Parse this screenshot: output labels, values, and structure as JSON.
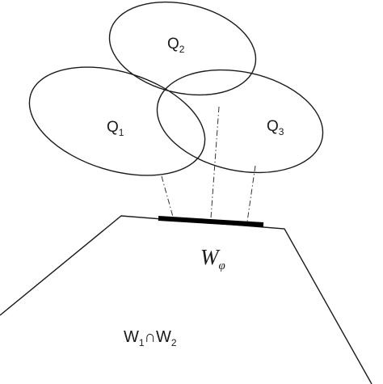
{
  "diagram": {
    "sets": [
      {
        "name": "Q",
        "sub": "2"
      },
      {
        "name": "Q",
        "sub": "1"
      },
      {
        "name": "Q",
        "sub": "3"
      }
    ],
    "segment_label": {
      "name": "W",
      "sub": "φ"
    },
    "region_label": {
      "left": "W",
      "left_sub": "1",
      "op": "∩",
      "right": "W",
      "right_sub": "2"
    }
  }
}
